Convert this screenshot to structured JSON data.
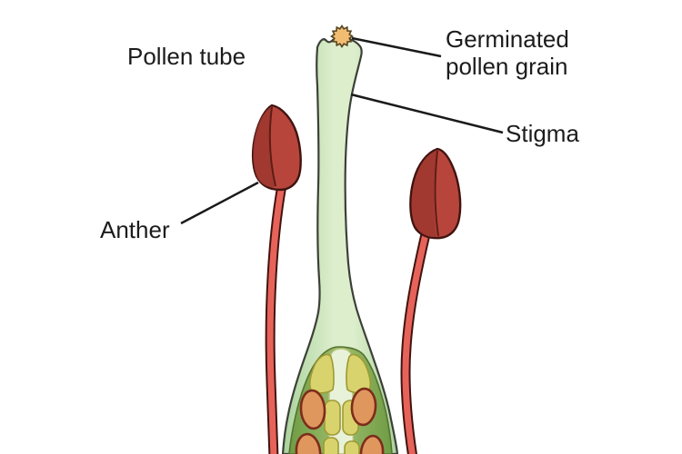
{
  "figure": {
    "title": "Germinated pollen grain growing a pollen tube through the stigma and style toward the ovules",
    "background": "#ffffff",
    "labels": {
      "pollen_tube": {
        "text": "Pollen tube"
      },
      "germinated_pollen_grain": {
        "line1": "Germinated",
        "line2": "pollen grain"
      },
      "stigma": {
        "text": "Stigma"
      },
      "anther": {
        "text": "Anther"
      }
    },
    "parts": [
      "germinated pollen grain",
      "stigma",
      "style with pollen tube",
      "left anther with filament",
      "right anther with filament",
      "ovary with four ovules"
    ],
    "colors": {
      "style_edge": "#a9d29b",
      "style_light": "#ddeecd",
      "pistil_outline": "#3d4038",
      "ovary_inner_edge": "#6f9c44",
      "ovary_inner_light": "#9dbd6d",
      "ovary_inner_stroke": "#55712f",
      "channel": "#e7f2d9",
      "channel_stroke": "#b9c27a",
      "locule": "#d8d36d",
      "locule_stroke": "#9f9a33",
      "ovule_fill": "#e0975e",
      "ovule_stroke": "#7e2c1b",
      "anther_fill": "#b7453c",
      "anther_dark": "#9d372f",
      "anther_outline": "#401410",
      "anther_crease": "#5e1d15",
      "filament_fill": "#e7635a",
      "pollen_grain_fill": "#f2bd72",
      "pollen_grain_stroke": "#55431c",
      "leader_line": "#1a1a1a",
      "label_text": "#1c1c1c"
    }
  }
}
